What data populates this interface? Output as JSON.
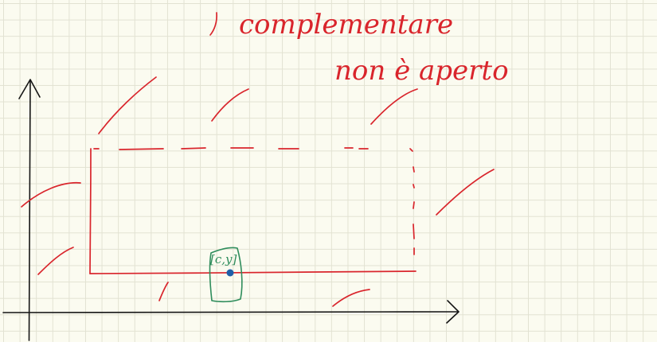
{
  "annotations": {
    "line1": "complementare",
    "line2": "non è aperto"
  },
  "point": {
    "label": "[c,y]"
  },
  "colors": {
    "paper": "#fbfbf0",
    "grid": "#e2e2d2",
    "axes": "#151515",
    "region": "#d9252c",
    "point_label": "#2f8d5c",
    "point": "#1f5fa8"
  }
}
